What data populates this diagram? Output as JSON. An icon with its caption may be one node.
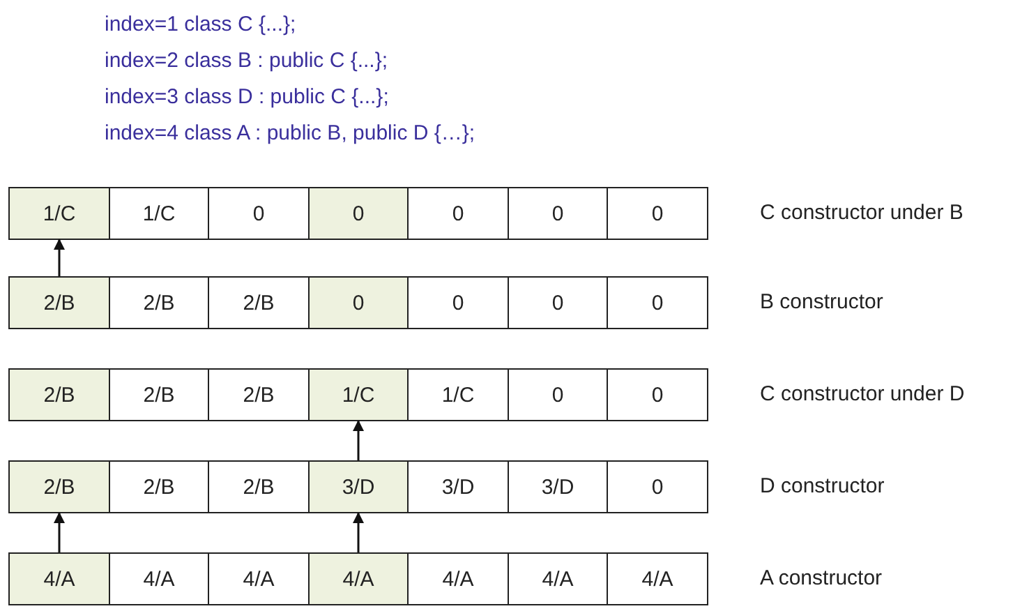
{
  "diagram": {
    "nodes": [
      {
        "text": [
          "1/C"
        ]
      },
      {
        "text": [
          "1/C"
        ]
      },
      {
        "text": [
          "0"
        ]
      },
      {
        "text": [
          "0"
        ]
      },
      {
        "text": [
          "0"
        ]
      },
      {
        "text": [
          "0"
        ]
      },
      {
        "text": [
          "0"
        ]
      },
      {
        "text": [
          "2/B"
        ]
      },
      {
        "text": [
          "2/B"
        ]
      },
      {
        "text": [
          "2/B"
        ]
      },
      {
        "text": [
          "0"
        ]
      },
      {
        "text": [
          "0"
        ]
      },
      {
        "text": [
          "0"
        ]
      },
      {
        "text": [
          "0"
        ]
      },
      {
        "text": [
          "2/B"
        ]
      },
      {
        "text": [
          "2/B"
        ]
      },
      {
        "text": [
          "2/B"
        ]
      },
      {
        "text": [
          "1/C"
        ]
      },
      {
        "text": [
          "1/C"
        ]
      },
      {
        "text": [
          "0"
        ]
      },
      {
        "text": [
          "0"
        ]
      },
      {
        "text": [
          "2/B"
        ]
      },
      {
        "text": [
          "2/B"
        ]
      },
      {
        "text": [
          "2/B"
        ]
      },
      {
        "text": [
          "3/D"
        ]
      },
      {
        "text": [
          "3/D"
        ]
      },
      {
        "text": [
          "3/D"
        ]
      },
      {
        "text": [
          "0"
        ]
      },
      {
        "text": [
          "4/A"
        ]
      },
      {
        "text": [
          "4/A"
        ]
      },
      {
        "text": [
          "4/A"
        ]
      },
      {
        "text": [
          "4/A"
        ]
      },
      {
        "text": [
          "4/A"
        ]
      },
      {
        "text": [
          "4/A"
        ]
      },
      {
        "text": [
          "4/A"
        ]
      }
    ],
    "edges": [
      {
        "from": 7,
        "to": 0,
        "arrow": "to"
      },
      {
        "from": 24,
        "to": 17,
        "arrow": "to"
      },
      {
        "from": 28,
        "to": 21,
        "arrow": "to"
      },
      {
        "from": 31,
        "to": 24,
        "arrow": "to"
      }
    ],
    "labels": [
      "index=1 class C {...};",
      "index=2 class B : public C {...};",
      "index=3 class D : public C {...};",
      "index=4 class A : public B, public D {…};",
      "C constructor under B",
      "B constructor",
      "C constructor under D",
      "D constructor",
      "A constructor"
    ]
  }
}
